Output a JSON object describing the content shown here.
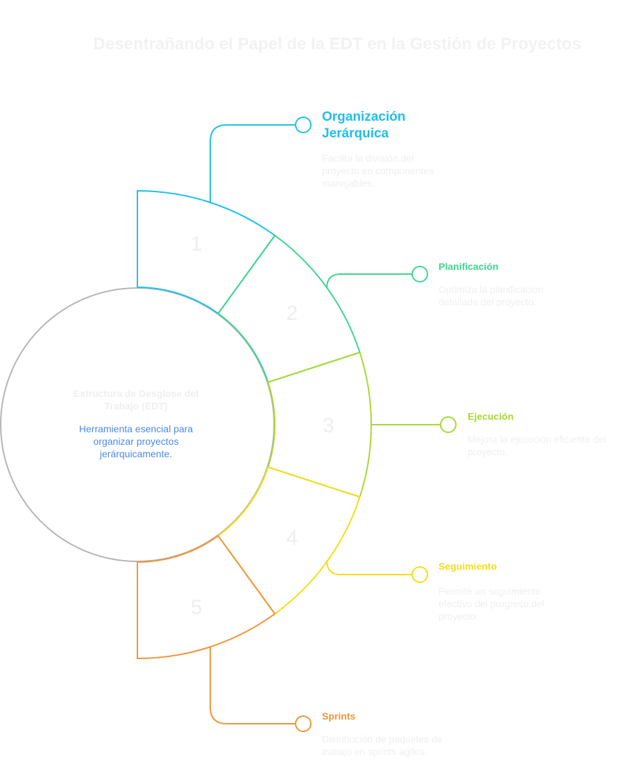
{
  "title": "Desentrañando el Papel de la EDT en la Gestión de Proyectos",
  "center": {
    "title": "Estructura de Desglose del Trabajo (EDT)",
    "description": "Herramienta esencial para organizar proyectos jerárquicamente.",
    "ring_color": "#b5b5b5",
    "description_color": "#4a8be8"
  },
  "items": [
    {
      "number": "1",
      "title": "Organización Jerárquica",
      "description": "Facilita la división del proyecto en componentes manejables.",
      "color": "#1ec0ec"
    },
    {
      "number": "2",
      "title": "Planificación",
      "description": "Optimiza la planificación detallada del proyecto.",
      "color": "#3dd68c"
    },
    {
      "number": "3",
      "title": "Ejecución",
      "description": "Mejora la ejecución eficiente del proyecto.",
      "color": "#a6d930"
    },
    {
      "number": "4",
      "title": "Seguimiento",
      "description": "Permite un seguimiento efectivo del progreso del proyecto.",
      "color": "#f5dd14"
    },
    {
      "number": "5",
      "title": "Sprints",
      "description": "Distribución de paquetes de trabajo en sprints ágiles.",
      "color": "#f29435"
    }
  ]
}
